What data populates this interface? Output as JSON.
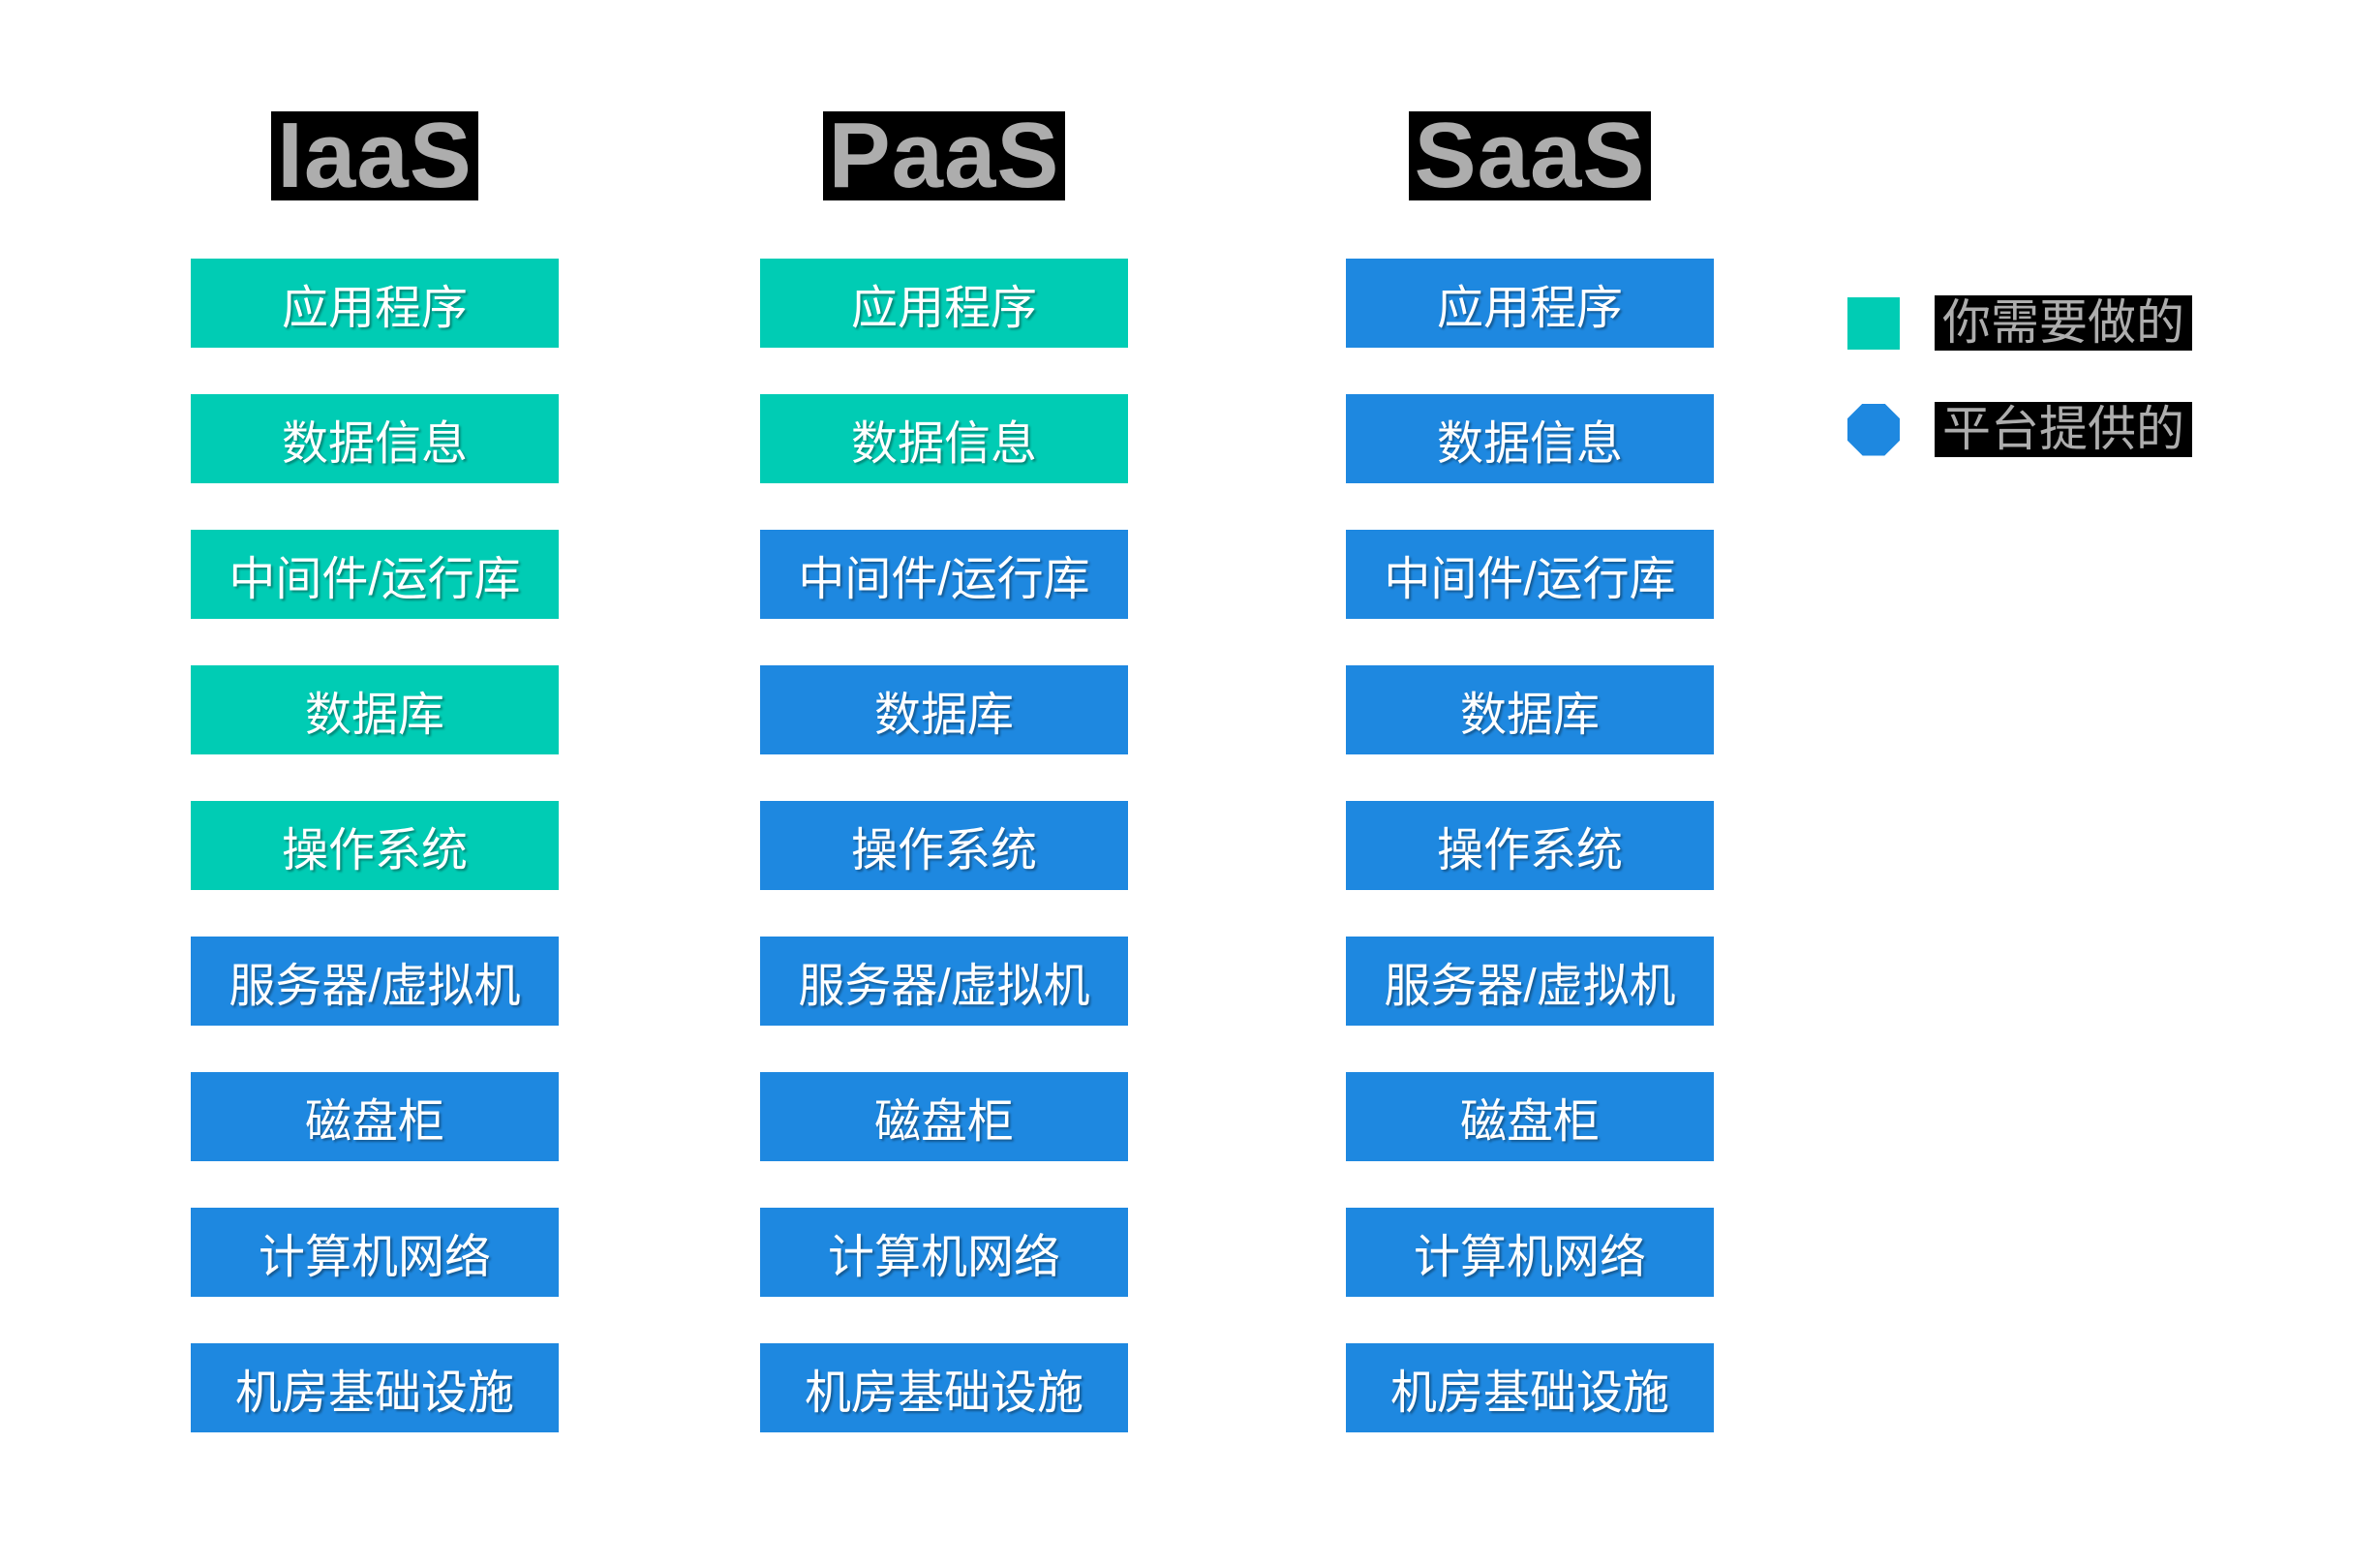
{
  "columns": [
    {
      "title": "IaaS",
      "layers": [
        {
          "label": "应用程序",
          "owner": "user"
        },
        {
          "label": "数据信息",
          "owner": "user"
        },
        {
          "label": "中间件/运行库",
          "owner": "user"
        },
        {
          "label": "数据库",
          "owner": "user"
        },
        {
          "label": "操作系统",
          "owner": "user"
        },
        {
          "label": "服务器/虚拟机",
          "owner": "platform"
        },
        {
          "label": "磁盘柜",
          "owner": "platform"
        },
        {
          "label": "计算机网络",
          "owner": "platform"
        },
        {
          "label": "机房基础设施",
          "owner": "platform"
        }
      ]
    },
    {
      "title": "PaaS",
      "layers": [
        {
          "label": "应用程序",
          "owner": "user"
        },
        {
          "label": "数据信息",
          "owner": "user"
        },
        {
          "label": "中间件/运行库",
          "owner": "platform"
        },
        {
          "label": "数据库",
          "owner": "platform"
        },
        {
          "label": "操作系统",
          "owner": "platform"
        },
        {
          "label": "服务器/虚拟机",
          "owner": "platform"
        },
        {
          "label": "磁盘柜",
          "owner": "platform"
        },
        {
          "label": "计算机网络",
          "owner": "platform"
        },
        {
          "label": "机房基础设施",
          "owner": "platform"
        }
      ]
    },
    {
      "title": "SaaS",
      "layers": [
        {
          "label": "应用程序",
          "owner": "platform"
        },
        {
          "label": "数据信息",
          "owner": "platform"
        },
        {
          "label": "中间件/运行库",
          "owner": "platform"
        },
        {
          "label": "数据库",
          "owner": "platform"
        },
        {
          "label": "操作系统",
          "owner": "platform"
        },
        {
          "label": "服务器/虚拟机",
          "owner": "platform"
        },
        {
          "label": "磁盘柜",
          "owner": "platform"
        },
        {
          "label": "计算机网络",
          "owner": "platform"
        },
        {
          "label": "机房基础设施",
          "owner": "platform"
        }
      ]
    }
  ],
  "legend": {
    "items": [
      {
        "swatch": "square",
        "owner": "user",
        "label": "你需要做的"
      },
      {
        "swatch": "circle",
        "owner": "platform",
        "label": "平台提供的"
      }
    ]
  },
  "colors": {
    "user": "#00CCB4",
    "platform": "#1E88E0",
    "title_bg": "#000000",
    "title_text": "#ADADAD",
    "legend_label_bg": "#000000",
    "legend_label_text": "#ADADAD",
    "layer_text": "#FFFFFF"
  }
}
